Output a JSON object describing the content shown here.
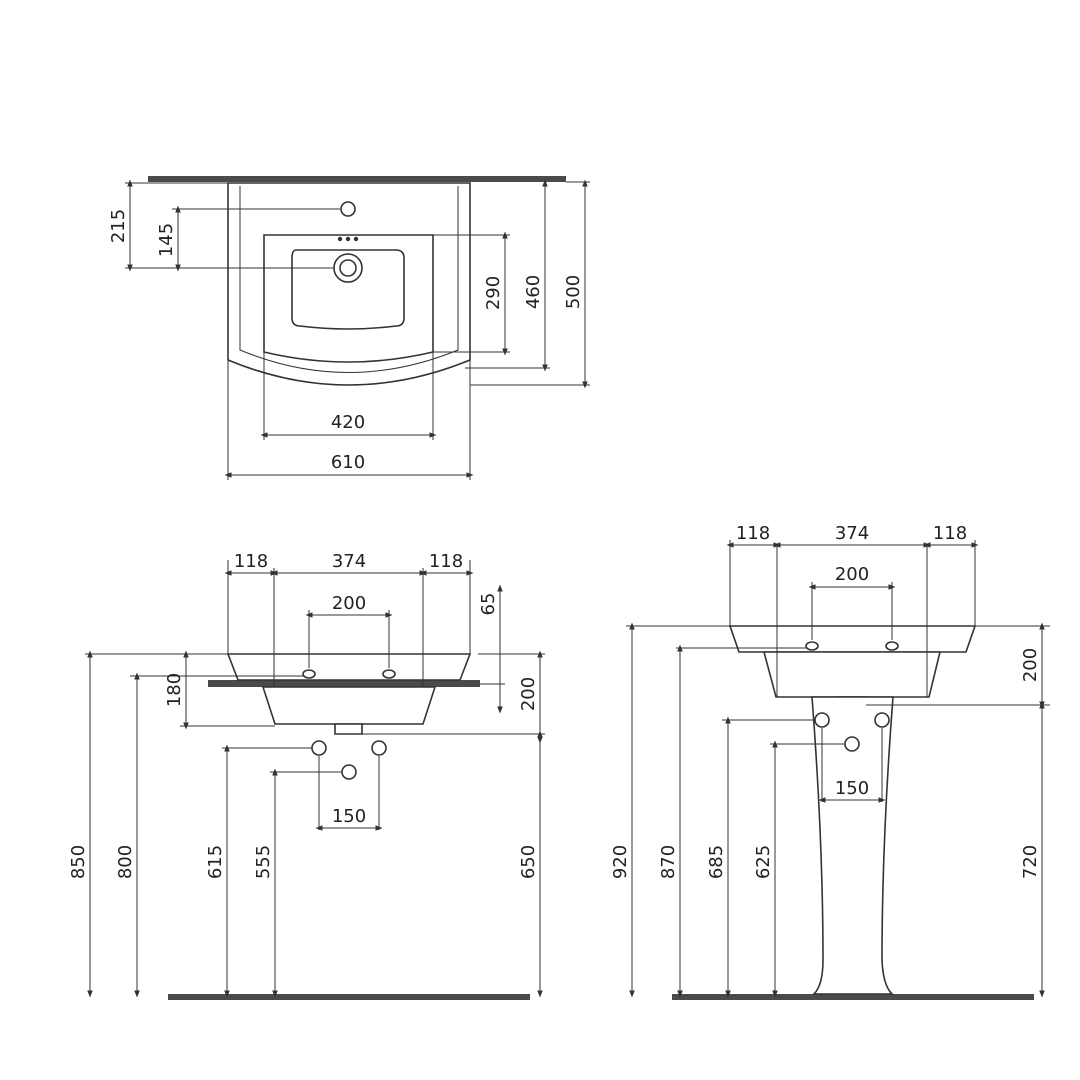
{
  "top_view": {
    "dim_215": "215",
    "dim_145": "145",
    "dim_290": "290",
    "dim_460": "460",
    "dim_500": "500",
    "dim_420": "420",
    "dim_610": "610"
  },
  "wall_mounted_view": {
    "dim_118_left": "118",
    "dim_374": "374",
    "dim_118_right": "118",
    "dim_200_taps": "200",
    "dim_65": "65",
    "dim_180": "180",
    "dim_200_depth": "200",
    "dim_150": "150",
    "dim_850": "850",
    "dim_800": "800",
    "dim_615": "615",
    "dim_555": "555",
    "dim_650": "650"
  },
  "pedestal_view": {
    "dim_118_left": "118",
    "dim_374": "374",
    "dim_118_right": "118",
    "dim_200_taps": "200",
    "dim_200_depth": "200",
    "dim_150": "150",
    "dim_920": "920",
    "dim_870": "870",
    "dim_685": "685",
    "dim_625": "625",
    "dim_720": "720"
  }
}
